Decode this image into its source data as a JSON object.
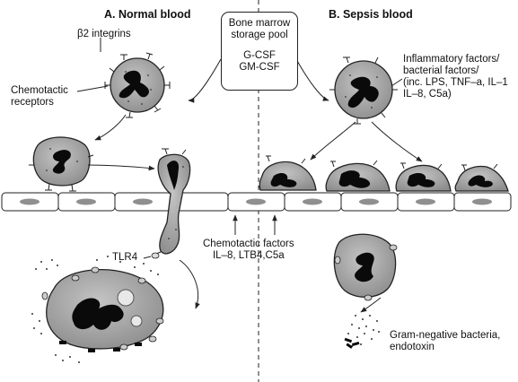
{
  "titles": {
    "normal": "A. Normal blood",
    "sepsis": "B. Sepsis blood"
  },
  "labels": {
    "b2_integrins": "β2 integrins",
    "chemotactic_receptors": [
      "Chemotactic",
      "receptors"
    ],
    "bone_marrow": [
      "Bone marrow",
      "storage pool"
    ],
    "csf": [
      "G-CSF",
      "GM-CSF"
    ],
    "inflammatory_factors": [
      "Inflammatory factors/",
      "bacterial factors/",
      "(inc. LPS, TNF–a, IL–1",
      "IL–8, C5a)"
    ],
    "tlr4": "TLR4",
    "chemotactic_factors": [
      "Chemotactic factors",
      "IL–8, LTB4,C5a"
    ],
    "gram_negative": [
      "Gram-negative bacteria,",
      "endotoxin"
    ]
  },
  "colors": {
    "cell_fill": "#a9a9a9",
    "nucleus": "#0a0a0a",
    "line": "#222222",
    "endothelium_nucleus": "#8f8f8f"
  }
}
